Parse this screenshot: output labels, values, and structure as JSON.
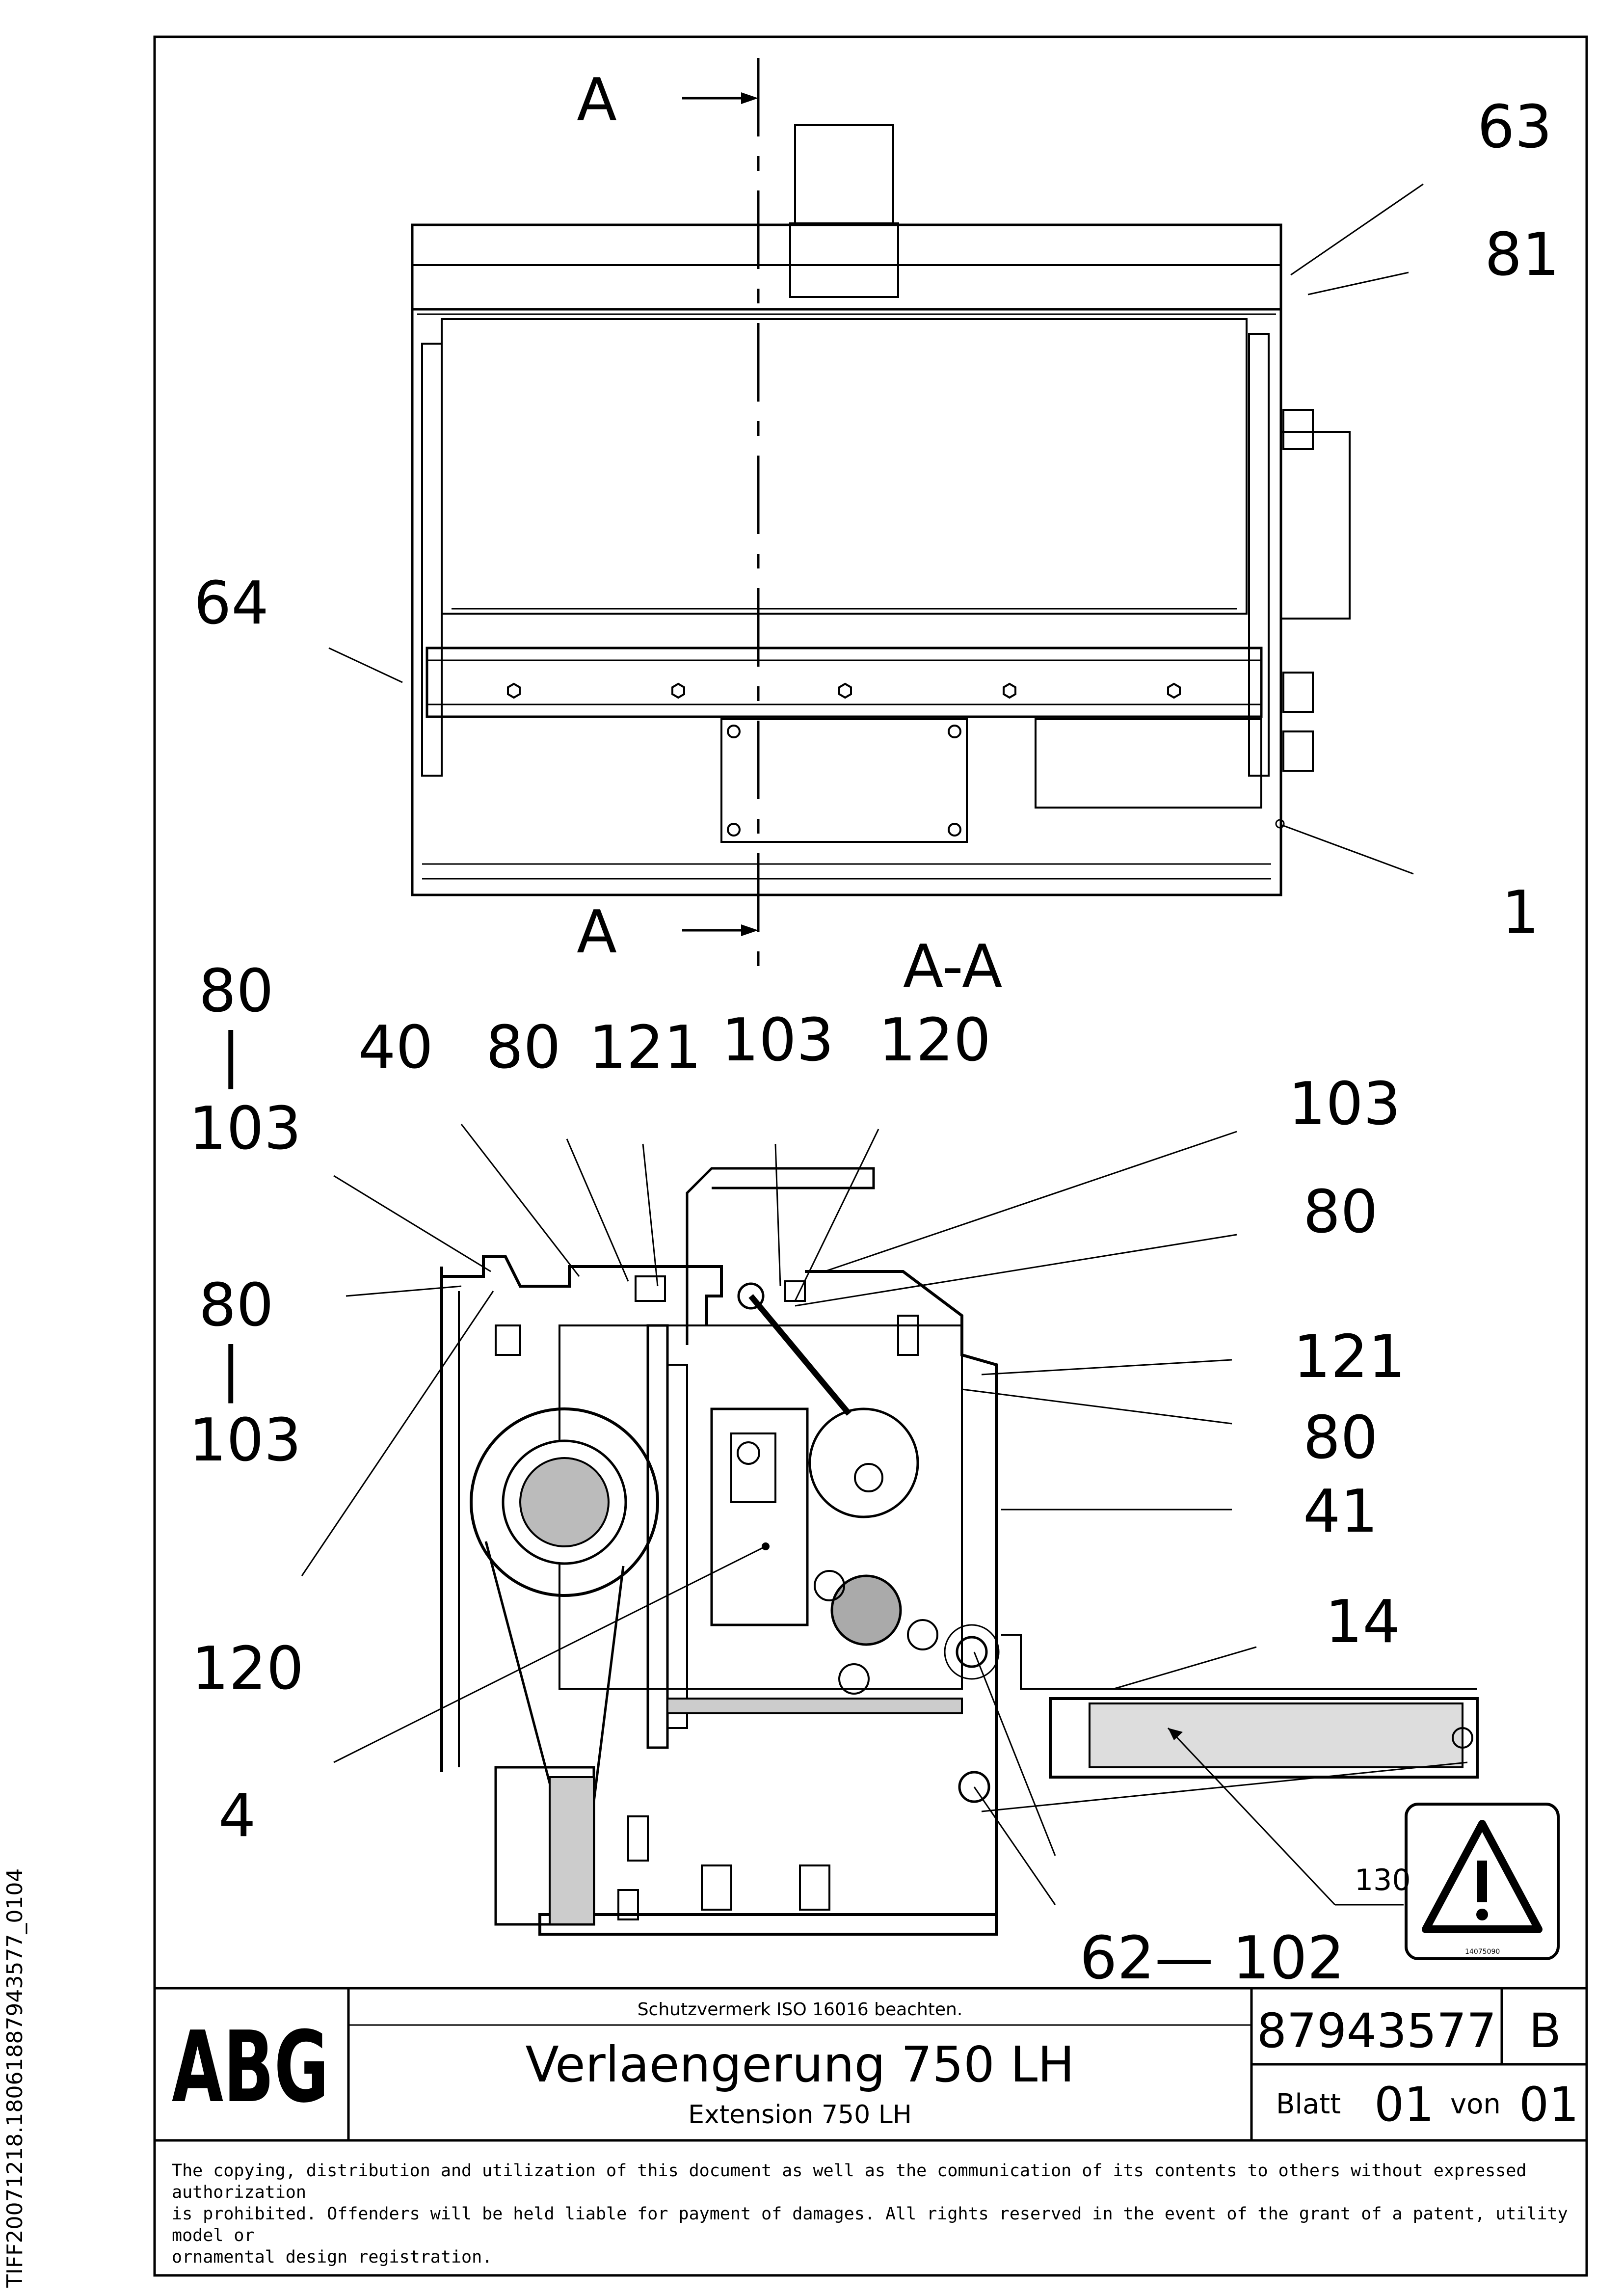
{
  "side_code": "TIFF20071218.18061887943577_0104",
  "top_view": {
    "section_mark": "A",
    "callouts": [
      "63",
      "81",
      "64",
      "1"
    ]
  },
  "section_view": {
    "title": "A-A",
    "callouts": {
      "c80_103_top": {
        "a": "80",
        "dash": "|",
        "b": "103"
      },
      "c40": "40",
      "c80": "80",
      "c121": "121",
      "c103": "103",
      "c120": "120",
      "r103": "103",
      "r80": "80",
      "c80_103_mid": {
        "a": "80",
        "dash": "|",
        "b": "103"
      },
      "r121": "121",
      "r80b": "80",
      "r41": "41",
      "r14": "14",
      "l120": "120",
      "l4": "4",
      "range": "62— 102",
      "c130": "130"
    }
  },
  "title_block": {
    "logo": "ABG",
    "protection_note": "Schutzvermerk ISO 16016 beachten.",
    "title_de": "Verlaengerung 750 LH",
    "title_en": "Extension 750 LH",
    "drawing_number": "87943577",
    "revision": "B",
    "sheet_label": "Blatt",
    "sheet_number": "01",
    "of_label": "von",
    "sheet_total": "01",
    "warning_code": "14075090"
  },
  "copyright_notice": [
    "The copying, distribution and utilization of this document as well as the communication of its contents to others without expressed authorization",
    "is prohibited. Offenders will be held liable for payment of damages. All rights reserved in the event of the grant of a patent, utility model or",
    "ornamental design registration."
  ]
}
